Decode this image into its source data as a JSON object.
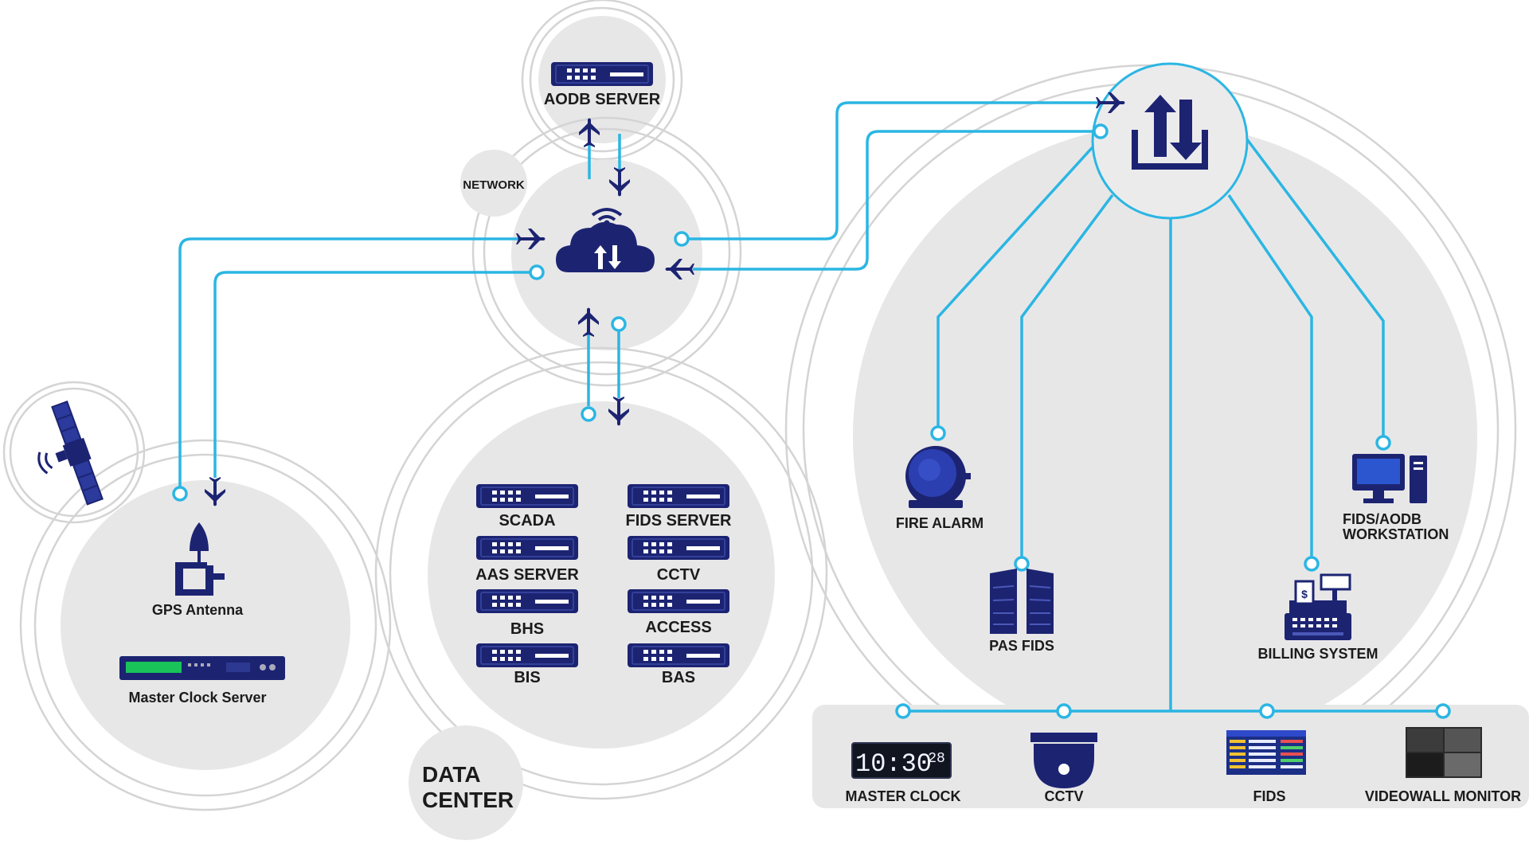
{
  "nodes": {
    "aodb_server": "AODB SERVER",
    "network": "NETWORK",
    "data_center_line1": "DATA",
    "data_center_line2": "CENTER",
    "gps_antenna": "GPS Antenna",
    "master_clock_server": "Master Clock Server"
  },
  "data_center_servers": {
    "scada": "SCADA",
    "fids_server": "FIDS SERVER",
    "aas_server": "AAS SERVER",
    "cctv": "CCTV",
    "bhs": "BHS",
    "access": "ACCESS",
    "bis": "BIS",
    "bas": "BAS"
  },
  "endpoints": {
    "fire_alarm": "FIRE ALARM",
    "pas_fids": "PAS FIDS",
    "billing_system": "BILLING SYSTEM",
    "workstation_line1": "FIDS/AODB",
    "workstation_line2": "WORKSTATION"
  },
  "bottom_bar": {
    "master_clock": "MASTER CLOCK",
    "cctv": "CCTV",
    "fids": "FIDS",
    "videowall": "VIDEOWALL MONITOR",
    "clock_time": "10:30",
    "clock_seconds": "28"
  },
  "colors": {
    "navy": "#1c2472",
    "cyan": "#2bb6e3",
    "panel": "#e8e7e8",
    "ring": "#d4d4d4"
  },
  "icons": [
    "satellite-icon",
    "cloud-icon",
    "upload-download-icon",
    "plane-icon",
    "server-icon",
    "gps-antenna-icon",
    "bell-icon",
    "monitor-icon",
    "cash-register-icon",
    "camera-icon",
    "clock-icon",
    "videowall-icon"
  ]
}
